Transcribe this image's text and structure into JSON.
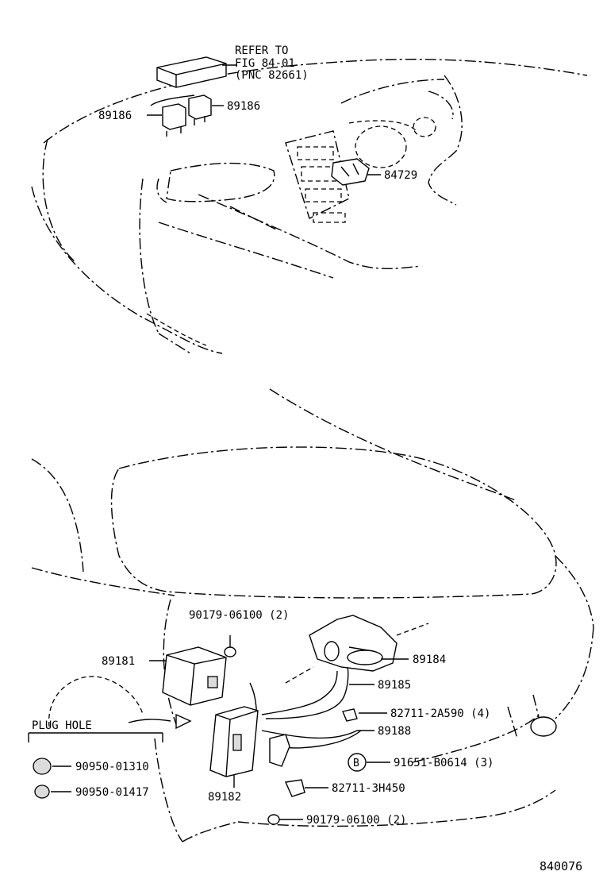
{
  "top_callouts": {
    "refer_line1": "REFER TO",
    "refer_line2": "FIG 84-01",
    "refer_line3": "(PNC 82661)",
    "relay_left": "89186",
    "relay_right": "89186",
    "switch": "84729"
  },
  "bottom_callouts": {
    "bolt_top": "90179-06100 (2)",
    "module": "89181",
    "actuator": "89184",
    "cable": "89185",
    "clip_a": "82711-2A590 (4)",
    "harness": "89188",
    "ref_letter": "B",
    "bolt_b": "91651-B0614 (3)",
    "clip_b": "82711-3H450",
    "bolt_bottom": "90179-06100 (2)",
    "ecu": "89182",
    "plug_hole": "PLUG HOLE",
    "plug_1": "90950-01310",
    "plug_2": "90950-01417"
  },
  "illustration_number": "840076"
}
